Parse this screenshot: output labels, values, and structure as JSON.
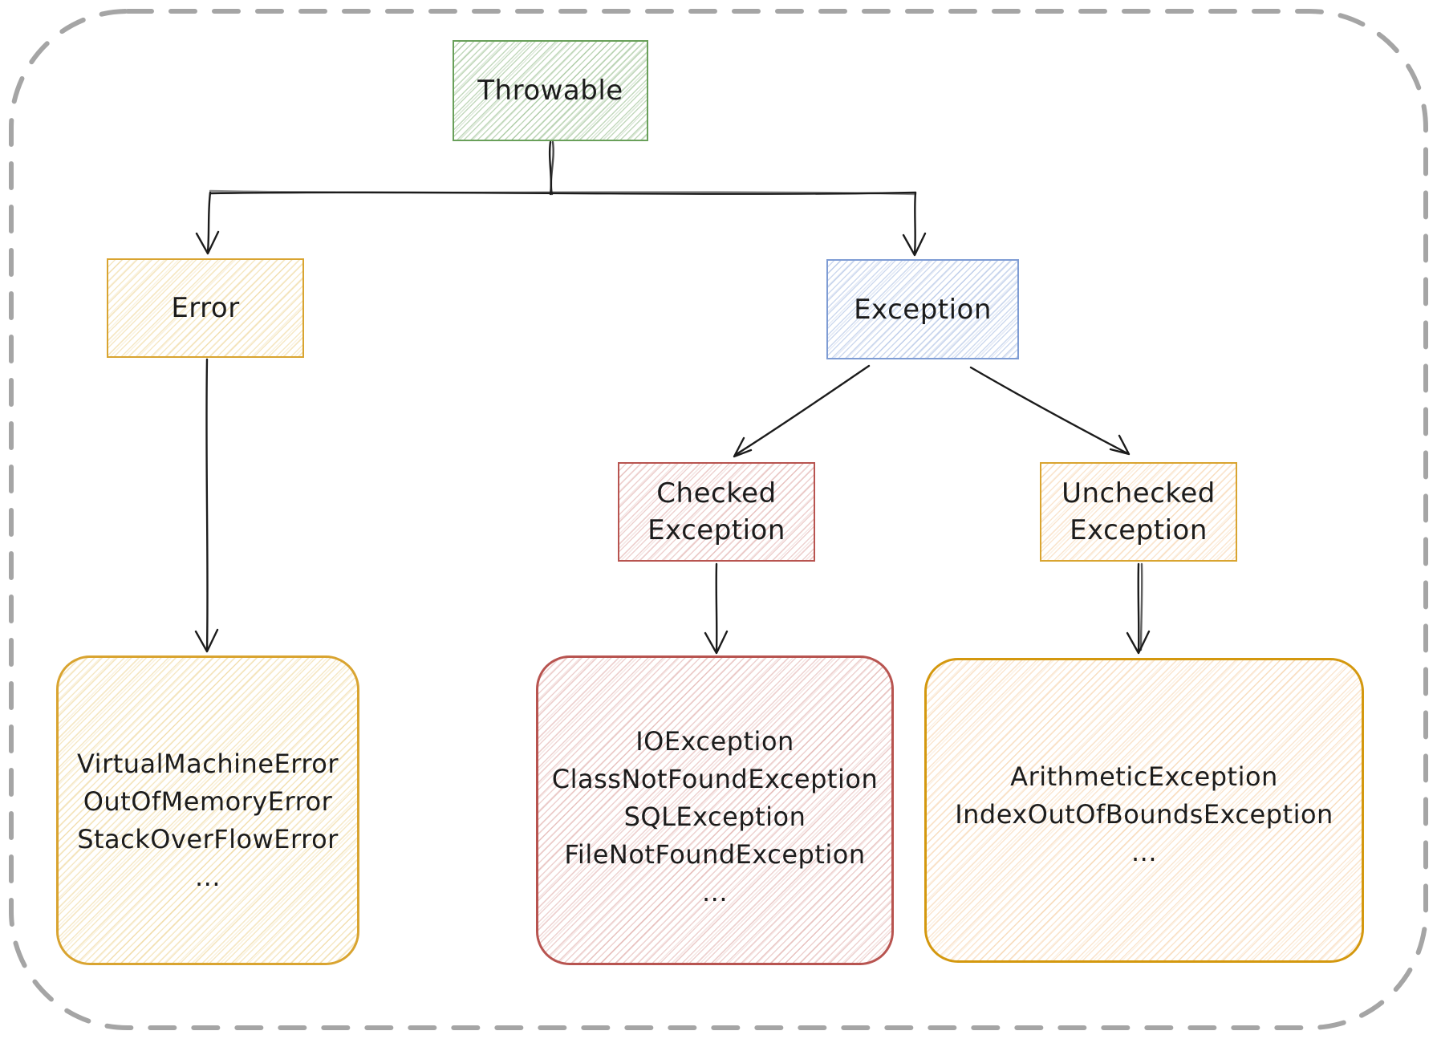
{
  "nodes": {
    "throwable": {
      "label": "Throwable"
    },
    "error": {
      "label": "Error"
    },
    "exception": {
      "label": "Exception"
    },
    "checked": {
      "label_line1": "Checked",
      "label_line2": "Exception"
    },
    "unchecked": {
      "label_line1": "Unchecked",
      "label_line2": "Exception"
    },
    "error_examples": {
      "lines": [
        "VirtualMachineError",
        "OutOfMemoryError",
        "StackOverFlowError",
        "..."
      ]
    },
    "checked_examples": {
      "lines": [
        "IOException",
        "ClassNotFoundException",
        "SQLException",
        "FileNotFoundException",
        "..."
      ]
    },
    "unchecked_examples": {
      "lines": [
        "ArithmeticException",
        "IndexOutOfBoundsException",
        "..."
      ]
    }
  },
  "colors": {
    "ink": "#1c1c1c",
    "dash_border": "#a5a5a5",
    "green": "#69a05a",
    "green_hatch": "rgba(105,160,90,0.40)",
    "green_hatch2": "rgba(105,160,90,0.22)",
    "gold": "#d9a430",
    "yellow_hatch": "rgba(224,178,64,0.30)",
    "yellow_hatch2": "rgba(224,178,64,0.16)",
    "blue": "#7e9cd4",
    "blue_hatch": "rgba(126,156,212,0.38)",
    "blue_hatch2": "rgba(126,156,212,0.20)",
    "red": "#b85450",
    "red_hatch": "rgba(198,104,98,0.30)",
    "red_hatch2": "rgba(198,104,98,0.16)",
    "gold_deep": "#d4980e",
    "orange_hatch": "rgba(238,166,86,0.28)",
    "orange_hatch2": "rgba(238,166,86,0.15)"
  }
}
